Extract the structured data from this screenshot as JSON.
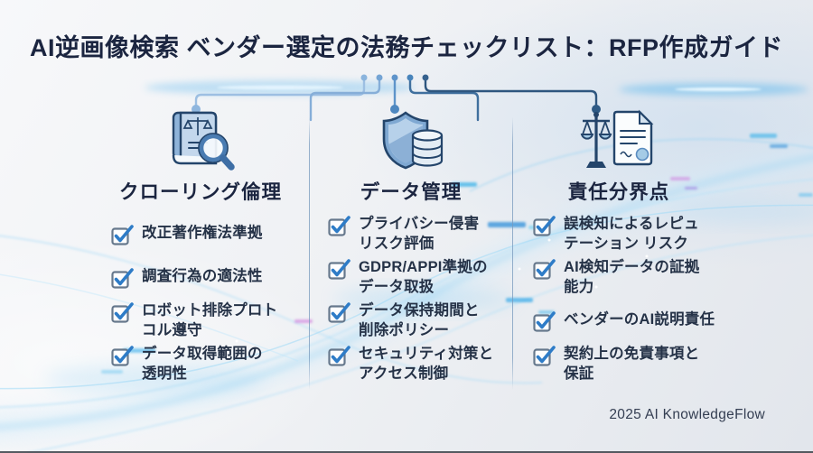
{
  "title": "AI逆画像検索 ベンダー選定の法務チェックリスト：RFP作成ガイド",
  "footer": {
    "credit": "2025 AI KnowledgeFlow"
  },
  "checkbox_state": "checked",
  "colors": {
    "title": "#1b2540",
    "item_text": "#253247",
    "check": "#2e7cc7",
    "checkbox_border": "#66788c",
    "divider": "#9cb8cc",
    "accent_glow": "#6cc4ee",
    "connector_light": "#9dbfe2",
    "connector_dark": "#2e567f"
  },
  "columns": [
    {
      "header": "クローリング倫理",
      "icon": "book-scales-magnifier-icon",
      "items": [
        [
          "改正著作権法準拠"
        ],
        [
          "調査行為の適法性"
        ],
        [
          "ロボット排除プロト",
          "コル遵守"
        ],
        [
          "データ取得範囲の",
          "透明性"
        ]
      ]
    },
    {
      "header": "データ管理",
      "icon": "shield-database-icon",
      "items": [
        [
          "プライバシー侵害",
          "リスク評価"
        ],
        [
          "GDPR/APPI準拠の",
          "データ取扱"
        ],
        [
          "データ保持期間と",
          "削除ポリシー"
        ],
        [
          "セキュリティ対策と",
          "アクセス制御"
        ]
      ]
    },
    {
      "header": "責任分界点",
      "icon": "scales-document-icon",
      "items": [
        [
          "誤検知によるレピュ",
          "テーション リスク"
        ],
        [
          "AI検知データの証拠",
          "能力"
        ],
        [
          "ベンダーのAI説明責任"
        ],
        [
          "契約上の免責事項と",
          "保証"
        ]
      ]
    }
  ]
}
